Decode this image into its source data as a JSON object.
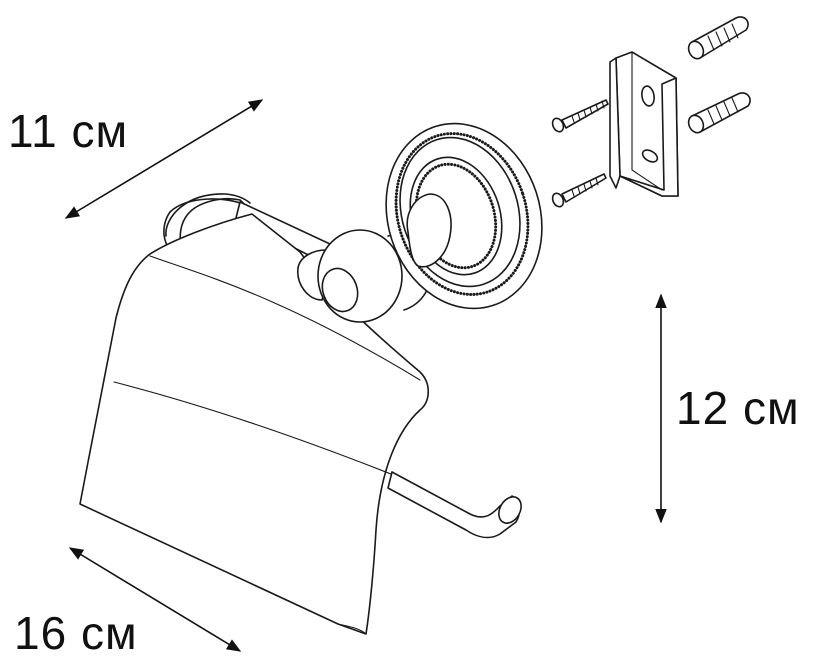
{
  "dimensions": {
    "depth": "11 см",
    "height": "12 см",
    "width": "16 см"
  },
  "colors": {
    "line": "#1a1a1a",
    "background": "#ffffff"
  }
}
